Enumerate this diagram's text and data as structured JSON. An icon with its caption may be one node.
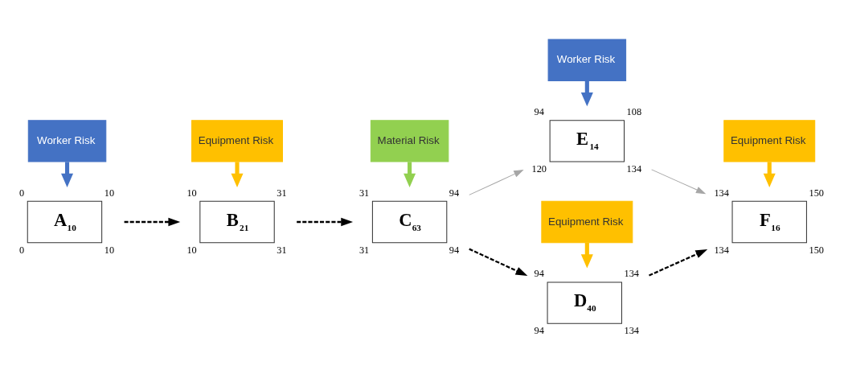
{
  "diagram": {
    "nodes": [
      {
        "text": [
          "Worker Risk"
        ]
      },
      {
        "text": [
          "A$_{10}$"
        ],
        "beside": [
          "0",
          "10",
          "0",
          "10"
        ]
      },
      {
        "text": [
          "Equipment Risk"
        ]
      },
      {
        "text": [
          "B$_{21}$"
        ],
        "beside": [
          "10",
          "31",
          "10",
          "31"
        ]
      },
      {
        "text": [
          "Material Risk"
        ]
      },
      {
        "text": [
          "C$_{63}$"
        ],
        "beside": [
          "31",
          "94",
          "31",
          "94"
        ]
      },
      {
        "text": [
          "Equipment Risk"
        ]
      },
      {
        "text": [
          "D$_{40}$"
        ],
        "beside": [
          "94",
          "134",
          "94",
          "134"
        ]
      },
      {
        "text": [
          "Equipment Risk"
        ]
      },
      {
        "text": [
          "F$_{16}$"
        ],
        "beside": [
          "134",
          "150",
          "134",
          "150"
        ]
      },
      {
        "text": [
          "E$_{14}$"
        ],
        "beside": [
          "94",
          "108",
          "120",
          "134"
        ]
      },
      {
        "text": [
          "Worker Risk"
        ]
      }
    ],
    "edges": [
      {
        "from": 0,
        "to": 1,
        "arrow": "to",
        "style": "thick",
        "color": "#4472c4"
      },
      {
        "from": 2,
        "to": 3,
        "arrow": "to",
        "style": "thick",
        "color": "#ffc000"
      },
      {
        "from": 4,
        "to": 5,
        "arrow": "to",
        "style": "thick",
        "color": "#92d050"
      },
      {
        "from": 6,
        "to": 7,
        "arrow": "to",
        "style": "thick",
        "color": "#ffc000"
      },
      {
        "from": 8,
        "to": 9,
        "arrow": "to",
        "style": "thick",
        "color": "#ffc000"
      },
      {
        "from": 11,
        "to": 10,
        "arrow": "to",
        "style": "thick",
        "color": "#4472c4"
      },
      {
        "from": 1,
        "to": 3,
        "arrow": "to",
        "style": "dashed"
      },
      {
        "from": 3,
        "to": 5,
        "arrow": "to",
        "style": "dashed"
      },
      {
        "from": 5,
        "to": 7,
        "arrow": "to",
        "style": "dashed"
      },
      {
        "from": 7,
        "to": 9,
        "arrow": "to",
        "style": "dashed"
      },
      {
        "from": 5,
        "to": 10,
        "arrow": "to",
        "color": "#a6a6a6"
      },
      {
        "from": 10,
        "to": 9,
        "arrow": "to",
        "color": "#a6a6a6"
      }
    ]
  }
}
